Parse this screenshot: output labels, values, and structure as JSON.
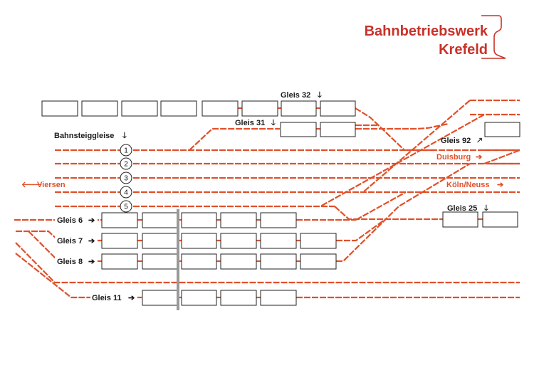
{
  "logo": {
    "line1": "Bahnbetriebswerk",
    "line2": "Krefeld"
  },
  "labels": {
    "gleis32": "Gleis 32",
    "gleis31": "Gleis 31",
    "bahnsteiggleise": "Bahnsteiggleise",
    "gleis92": "Gleis 92",
    "gleis25": "Gleis 25",
    "gleis6": "Gleis 6",
    "gleis7": "Gleis 7",
    "gleis8": "Gleis 8",
    "gleis11": "Gleis 11"
  },
  "destinations": {
    "viersen": "Viersen",
    "duisburg": "Duisburg",
    "koeln": "Köln/Neuss"
  },
  "arrows": {
    "down": "🡓",
    "right": "➔",
    "left": "🡐",
    "upright": "🡕"
  },
  "platform_numbers": [
    "1",
    "2",
    "3",
    "4",
    "5"
  ],
  "colors": {
    "track": "#e0502a",
    "logo": "#c8322a",
    "divider": "#9a9a9a"
  }
}
